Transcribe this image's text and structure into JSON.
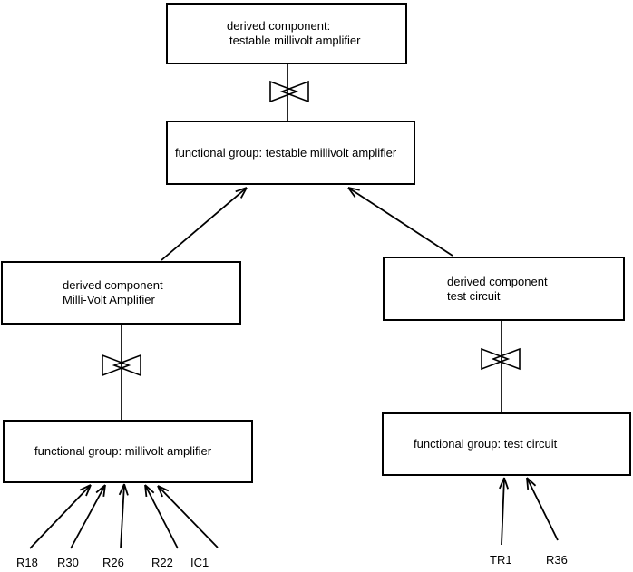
{
  "diagram": {
    "background_color": "#ffffff",
    "line_color": "#000000",
    "boxes": {
      "derived_testable": {
        "lines": [
          "derived component:",
          "testable millivolt amplifier"
        ]
      },
      "functional_testable": {
        "lines": [
          "functional group: testable millivolt amplifier"
        ]
      },
      "derived_millivolt": {
        "lines": [
          "derived component",
          "Milli-Volt Amplifier"
        ]
      },
      "functional_millivolt": {
        "lines": [
          "functional group: millivolt amplifier"
        ]
      },
      "derived_test": {
        "lines": [
          "derived component",
          "test circuit"
        ]
      },
      "functional_test": {
        "lines": [
          "functional group: test circuit"
        ]
      }
    },
    "component_labels": [
      "R18",
      "R30",
      "R26",
      "R22",
      "IC1",
      "TR1",
      "R36"
    ]
  }
}
